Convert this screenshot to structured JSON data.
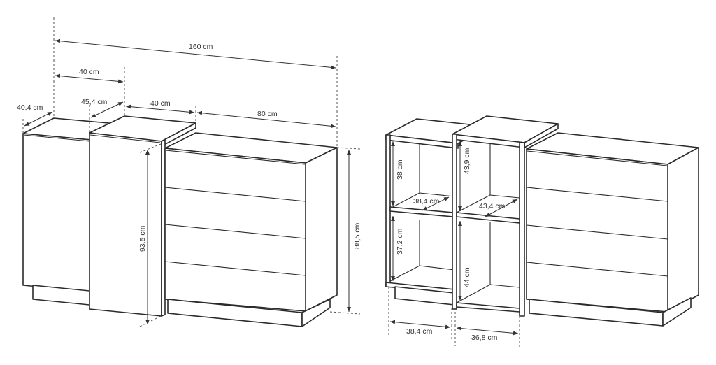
{
  "drawing": {
    "title": "Sideboard dimension drawing",
    "left_view": {
      "dimensions": {
        "total_width": "160 cm",
        "module_width_left": "40 cm",
        "depth_left": "40,4 cm",
        "depth_tall": "45,4 cm",
        "module_width_middle": "40 cm",
        "module_width_drawers": "80 cm",
        "height_tall": "93,5 cm",
        "height_drawers": "88,5 cm"
      }
    },
    "right_view": {
      "dimensions": {
        "shelf_height_left_top": "38 cm",
        "shelf_height_left_bottom": "37,2 cm",
        "shelf_depth_left": "38,4 cm",
        "shelf_height_middle_top": "43,9 cm",
        "shelf_height_middle_bottom": "44 cm",
        "shelf_depth_middle": "43,4 cm",
        "inner_width_left": "38,4 cm",
        "inner_width_middle": "36,8 cm"
      }
    },
    "colors": {
      "line": "#2b2b2b",
      "background": "#ffffff",
      "text": "#333333"
    }
  }
}
